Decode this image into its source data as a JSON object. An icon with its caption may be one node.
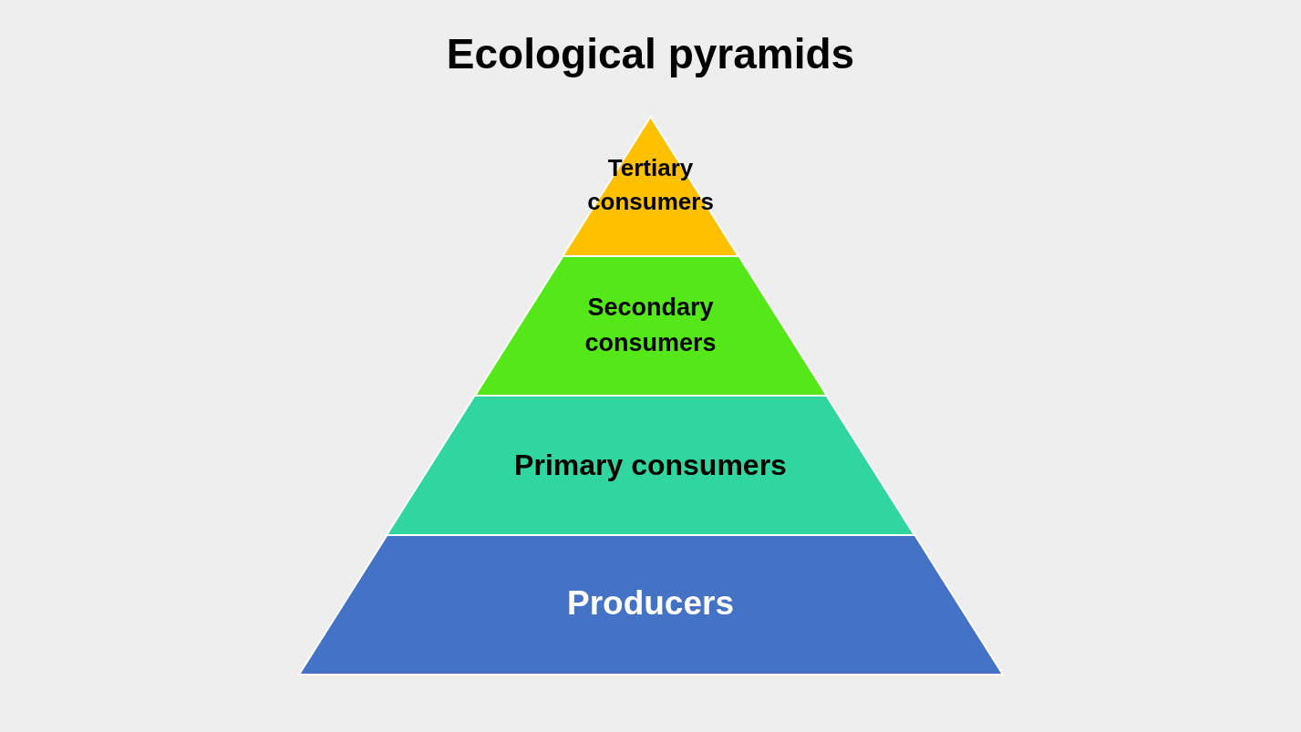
{
  "diagram": {
    "title": "Ecological pyramids",
    "nodes": [
      {
        "text": [
          "Tertiary consumers"
        ]
      },
      {
        "text": [
          "Secondary consumers"
        ]
      },
      {
        "text": [
          "Primary consumers"
        ]
      },
      {
        "text": [
          "Producers"
        ]
      }
    ]
  }
}
